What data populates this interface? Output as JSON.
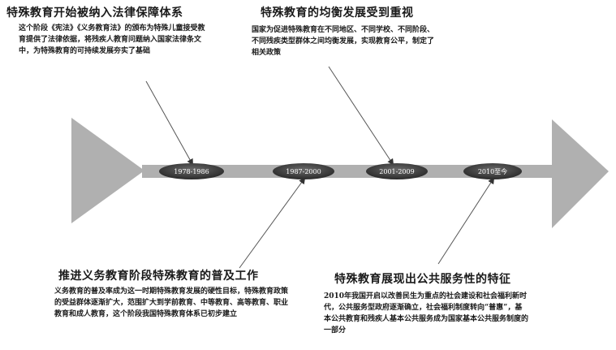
{
  "periods": [
    {
      "label": "1978-1986",
      "title": "特殊教育开始被纳入法律保障体系",
      "description": "这个阶段《宪法》《义务教育法》的颁布为特殊儿童接受教育提供了法律依据，将残疾人教育问题纳入国家法律条文中，为特殊教育的可持续发展夯实了基础"
    },
    {
      "label": "1987-2000",
      "title": "推进义务教育阶段特殊教育的普及工作",
      "description": "义务教育的普及率成为这一时期特殊教育发展的硬性目标，特殊教育政策的受益群体逐渐扩大，范围扩大到学前教育、中等教育、高等教育、职业教育和成人教育，这个阶段我国特殊教育体系已初步建立"
    },
    {
      "label": "2001-2009",
      "title": "特殊教育的均衡发展受到重视",
      "description": "国家为促进特殊教育在不同地区、不同学校、不同阶段、不同残疾类型群体之间均衡发展，实现教育公平，制定了相关政策"
    },
    {
      "label": "2010至今",
      "title": "特殊教育展现出公共服务性的特征",
      "description": "2010年我国开启以改善民生为重点的社会建设和社会福利新时代，公共服务型政府逐渐确立，社会福利制度转向“普惠”，基本公共教育和残疾人基本公共服务成为国家基本公共服务制度的一部分"
    }
  ],
  "colors": {
    "arrow": "#b0b0b0",
    "pill": "#3a3a3a",
    "connector": "#555555"
  }
}
